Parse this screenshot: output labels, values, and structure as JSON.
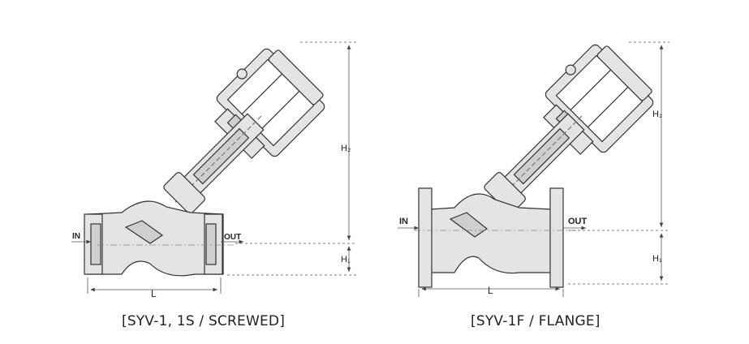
{
  "figures": [
    {
      "caption": "[SYV-1, 1S / SCREWED]",
      "labels": {
        "in": "IN",
        "out": "OUT",
        "l": "L",
        "h1": "H₁",
        "h2": "H₂"
      }
    },
    {
      "caption": "[SYV-1F / FLANGE]",
      "labels": {
        "in": "IN",
        "out": "OUT",
        "l": "L",
        "h1": "H₁",
        "h2": "H₂"
      }
    }
  ],
  "colors": {
    "body_fill": "#e4e4e4",
    "outline": "#333333",
    "dim_line": "#555555",
    "section_fill": "#cfcfcf"
  }
}
